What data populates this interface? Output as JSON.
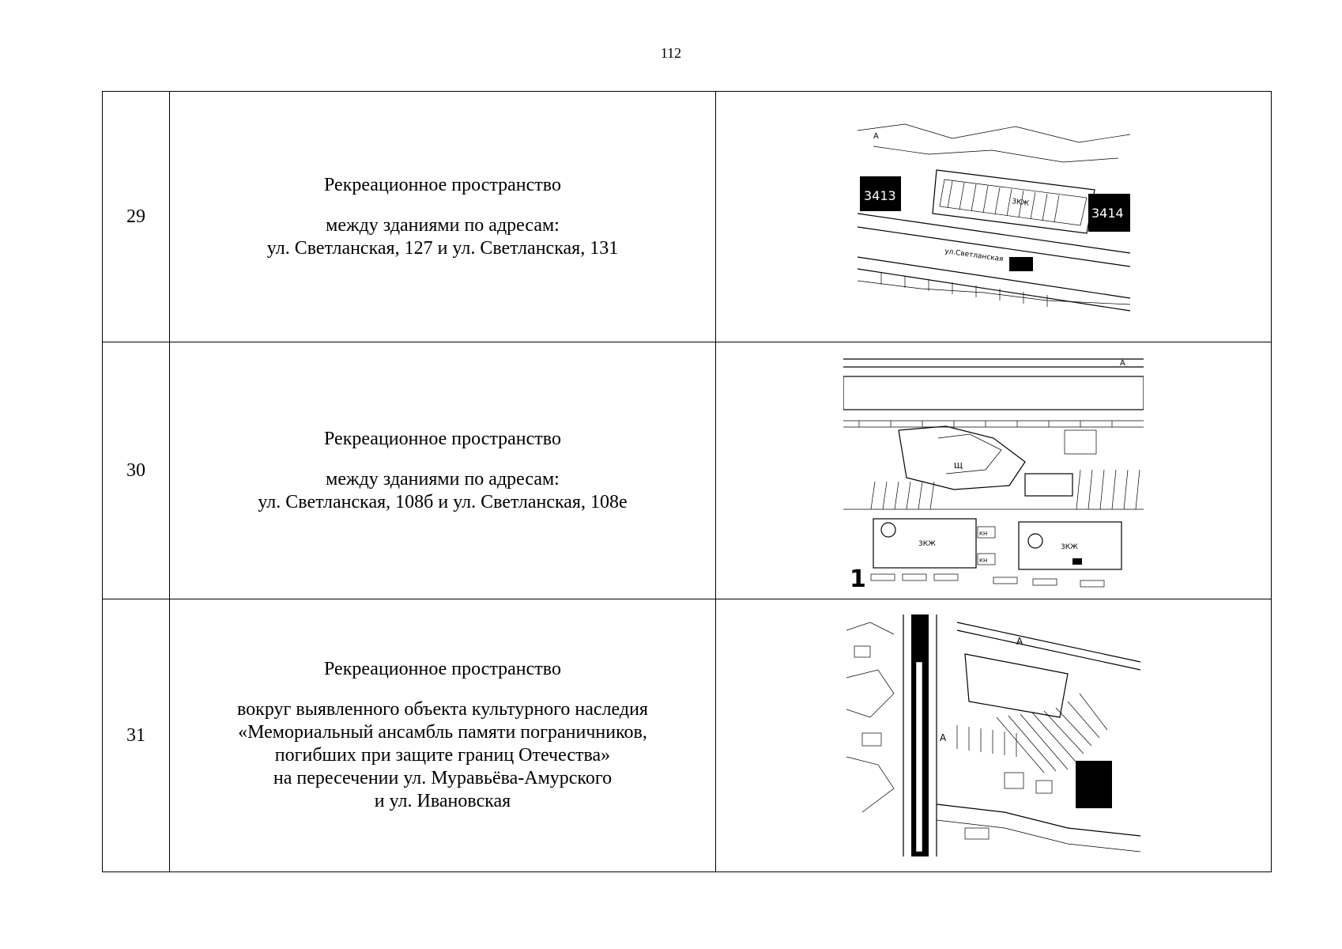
{
  "page_number": "112",
  "rows": [
    {
      "number": "29",
      "title": "Рекреационное пространство",
      "lines": [
        "между зданиями по адресам:",
        "ул. Светланская, 127 и ул. Светланская, 131"
      ],
      "map_labels": [
        "3413",
        "3414",
        "ул.Светланская",
        "3КЖ",
        "А"
      ]
    },
    {
      "number": "30",
      "title": "Рекреационное пространство",
      "lines": [
        "между зданиями по адресам:",
        "ул. Светланская, 108б и ул. Светланская, 108е"
      ],
      "map_labels": [
        "3КЖ",
        "3КЖ",
        "КН",
        "КН",
        "Щ",
        "А",
        "1"
      ]
    },
    {
      "number": "31",
      "title": "Рекреационное пространство",
      "lines": [
        "вокруг выявленного объекта культурного наследия",
        "«Мемориальный ансамбль памяти пограничников,",
        "погибших при защите границ Отечества»",
        "на пересечении ул. Муравьёва-Амурского",
        "и ул. Ивановская"
      ],
      "map_labels": [
        "А",
        "А"
      ]
    }
  ]
}
